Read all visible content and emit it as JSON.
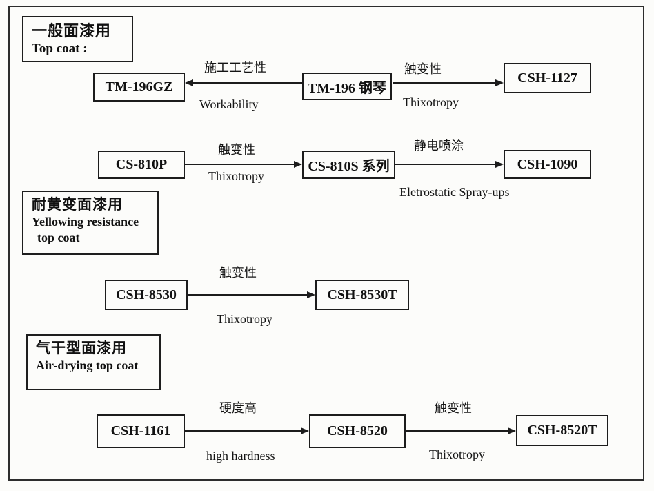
{
  "diagram_title": "Top coat product flow diagram",
  "colors": {
    "line": "#1c1c1c",
    "border": "#2d2d2d",
    "text": "#111111",
    "background": "#fcfcfa"
  },
  "sections": [
    {
      "title_zh": "一般面漆用",
      "title_en": "Top coat :"
    },
    {
      "title_zh": "耐黄变面漆用",
      "title_en": "Yellowing resistance",
      "title_en_line2": "top coat"
    },
    {
      "title_zh": "气干型面漆用",
      "title_en": "Air-drying top coat"
    }
  ],
  "nodes": [
    {
      "label": "TM-196GZ"
    },
    {
      "label": "TM-196 钢琴"
    },
    {
      "label": "CSH-1127"
    },
    {
      "label": "CS-810P"
    },
    {
      "label": "CS-810S 系列"
    },
    {
      "label": "CSH-1090"
    },
    {
      "label": "CSH-8530"
    },
    {
      "label": "CSH-8530T"
    },
    {
      "label": "CSH-1161"
    },
    {
      "label": "CSH-8520"
    },
    {
      "label": "CSH-8520T"
    }
  ],
  "edges": [
    {
      "from": "TM-196 钢琴",
      "to": "TM-196GZ",
      "direction": "left",
      "label_zh": "施工工艺性",
      "label_en": "Workability"
    },
    {
      "from": "TM-196 钢琴",
      "to": "CSH-1127",
      "direction": "right",
      "label_zh": "触变性",
      "label_en": "Thixotropy"
    },
    {
      "from": "CS-810P",
      "to": "CS-810S 系列",
      "direction": "right",
      "label_zh": "触变性",
      "label_en": "Thixotropy"
    },
    {
      "from": "CS-810S 系列",
      "to": "CSH-1090",
      "direction": "right",
      "label_zh": "静电喷涂",
      "label_en": "Eletrostatic Spray-ups"
    },
    {
      "from": "CSH-8530",
      "to": "CSH-8530T",
      "direction": "right",
      "label_zh": "触变性",
      "label_en": "Thixotropy"
    },
    {
      "from": "CSH-1161",
      "to": "CSH-8520",
      "direction": "right",
      "label_zh": "硬度高",
      "label_en": "high hardness"
    },
    {
      "from": "CSH-8520",
      "to": "CSH-8520T",
      "direction": "right",
      "label_zh": "触变性",
      "label_en": "Thixotropy"
    }
  ]
}
